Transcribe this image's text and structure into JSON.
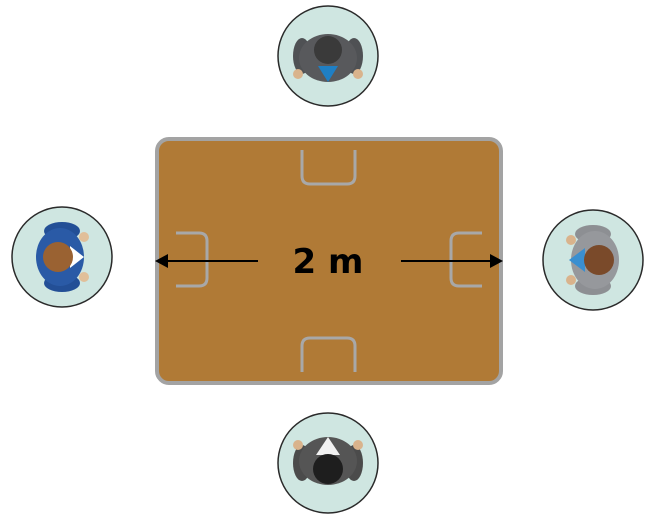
{
  "diagram": {
    "distance_label": "2 m",
    "colors": {
      "table_fill": "#b07a36",
      "table_border": "#a3a3a3",
      "person_circle": "#cfe6e1",
      "arrow": "#000000"
    },
    "people": [
      {
        "position": "top",
        "facing": "down",
        "hair": "#3a3a3a",
        "jacket": "#4f5154",
        "accent": "#1f7fc4"
      },
      {
        "position": "left",
        "facing": "right",
        "hair": "#9a6232",
        "jacket": "#234f96",
        "accent": "#ffffff"
      },
      {
        "position": "right",
        "facing": "left",
        "hair": "#7a4a2a",
        "jacket": "#8d8f93",
        "accent": "#3a8fd0"
      },
      {
        "position": "bottom",
        "facing": "up",
        "hair": "#1e1e1e",
        "jacket": "#4b4b4b",
        "accent": "#f1f1f1"
      }
    ]
  }
}
